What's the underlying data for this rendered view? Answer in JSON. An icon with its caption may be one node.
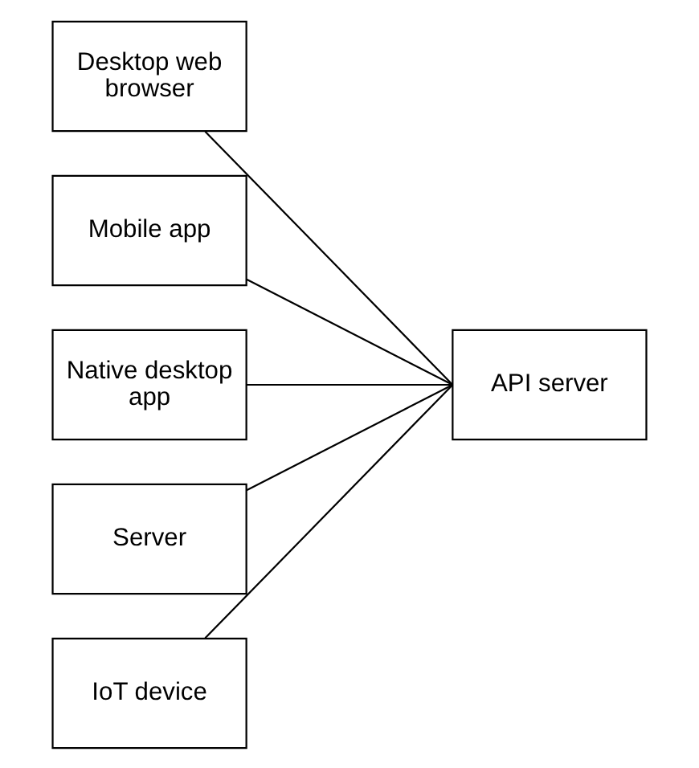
{
  "diagram": {
    "nodes": [
      {
        "text": [
          "Desktop web browser"
        ]
      },
      {
        "text": [
          "Mobile app"
        ]
      },
      {
        "text": [
          "Native desktop app"
        ]
      },
      {
        "text": [
          "Server"
        ]
      },
      {
        "text": [
          "IoT device"
        ]
      },
      {
        "text": [
          "API server"
        ]
      }
    ],
    "edges": [
      {
        "from": 0,
        "to": 5,
        "arrow": "none"
      },
      {
        "from": 1,
        "to": 5,
        "arrow": "none"
      },
      {
        "from": 2,
        "to": 5,
        "arrow": "none"
      },
      {
        "from": 3,
        "to": 5,
        "arrow": "none"
      },
      {
        "from": 4,
        "to": 5,
        "arrow": "none"
      }
    ]
  }
}
